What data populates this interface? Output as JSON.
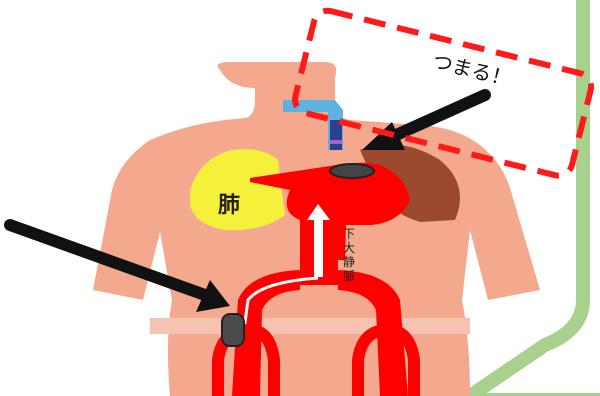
{
  "annotation": {
    "callout_text": "つまる！"
  },
  "organs": {
    "lung_label": "肺",
    "vein_label": "下大静脈",
    "vein_chars": [
      "下",
      "大",
      "静",
      "脈"
    ]
  },
  "colors": {
    "background": "#ffffff",
    "body_skin": "#f4a88e",
    "artery_red": "#ff0000",
    "lung_yellow": "#f5f03a",
    "lung_brown": "#8b3a1e",
    "callout_dash": "#ff1a1a",
    "arrow_black": "#111111",
    "frame_green": "#a9d18e"
  }
}
